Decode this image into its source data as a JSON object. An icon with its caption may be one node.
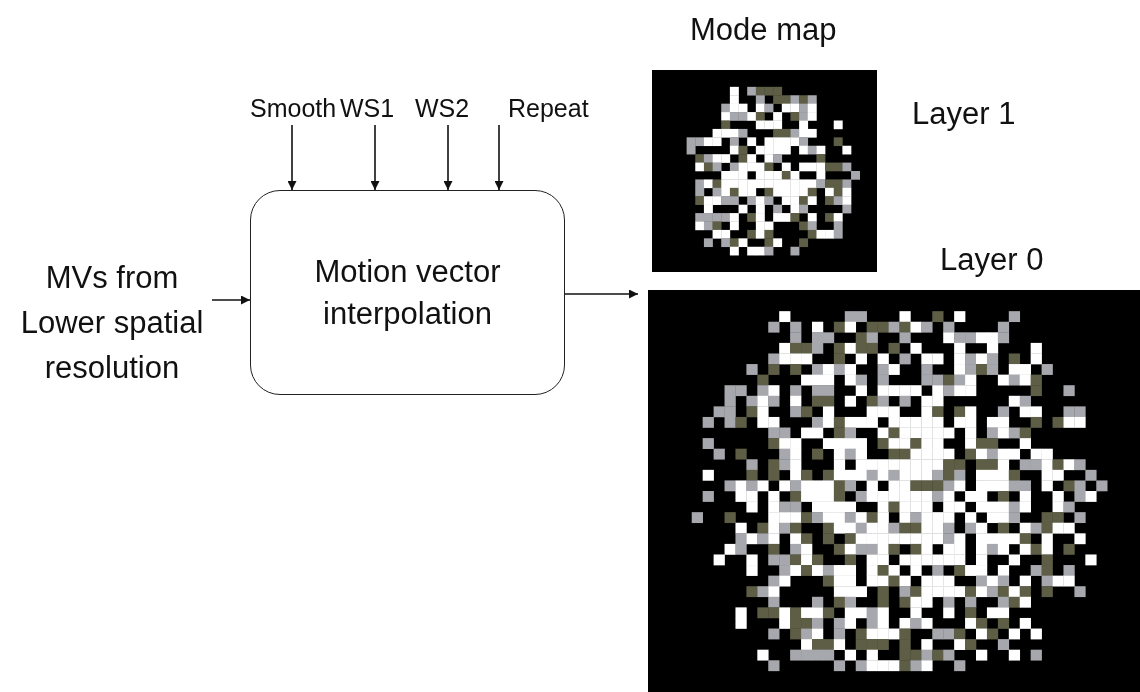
{
  "diagram": {
    "nodes": [
      {
        "text": [
          "Smooth"
        ]
      },
      {
        "text": [
          "WS1"
        ]
      },
      {
        "text": [
          "WS2"
        ]
      },
      {
        "text": [
          "Repeat"
        ]
      },
      {
        "text": [
          "MVs from Lower spatial resolution"
        ]
      },
      {
        "text": [
          "Motion vector interpolation"
        ]
      },
      {
        "text": [],
        "shape": "picture",
        "beside": [
          "Layer 1"
        ]
      },
      {
        "text": [],
        "shape": "picture",
        "beside": [
          "Layer 0"
        ]
      }
    ],
    "edges": [
      {
        "from": 0,
        "to": 5,
        "arrow": "to"
      },
      {
        "from": 1,
        "to": 5,
        "arrow": "to"
      },
      {
        "from": 2,
        "to": 5,
        "arrow": "to"
      },
      {
        "from": 3,
        "to": 5,
        "arrow": "to"
      },
      {
        "from": 4,
        "to": 5,
        "arrow": "to"
      },
      {
        "from": 5,
        "to": 7,
        "arrow": "to"
      }
    ],
    "labels": [
      "Mode map"
    ]
  }
}
